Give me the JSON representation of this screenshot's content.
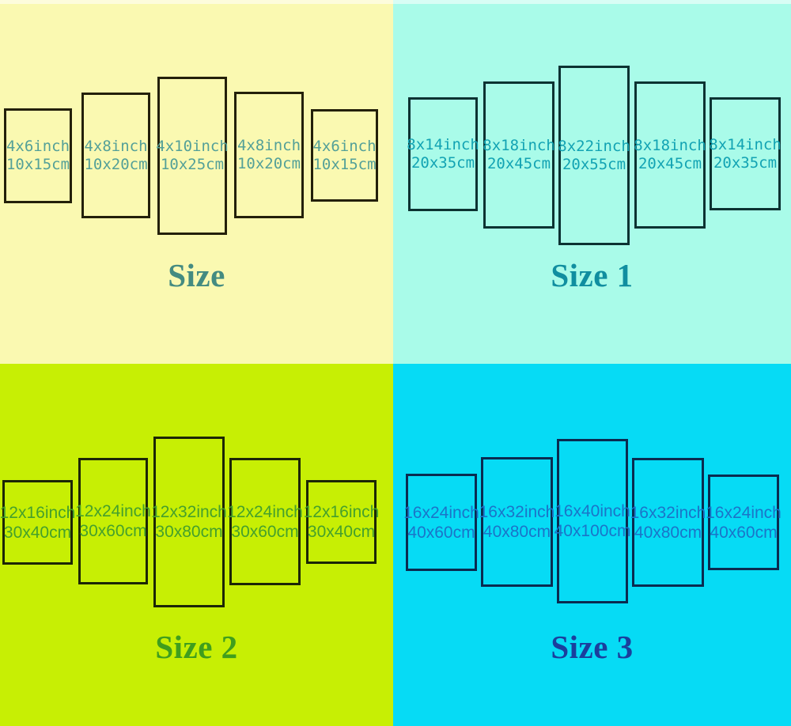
{
  "quadrants": [
    {
      "title": "Size",
      "colors": {
        "background": "#FAF9B1",
        "panel_border": "#23200A",
        "label": "#54A098",
        "title": "#448B81"
      },
      "panels": [
        {
          "inch": "4x6inch",
          "cm": "10x15cm"
        },
        {
          "inch": "4x8inch",
          "cm": "10x20cm"
        },
        {
          "inch": "4x10inch",
          "cm": "10x25cm"
        },
        {
          "inch": "4x8inch",
          "cm": "10x20cm"
        },
        {
          "inch": "4x6inch",
          "cm": "10x15cm"
        }
      ]
    },
    {
      "title": "Size 1",
      "colors": {
        "background": "#A9FBE9",
        "panel_border": "#0C3232",
        "label": "#12A3B3",
        "title": "#108EA0"
      },
      "panels": [
        {
          "inch": "8x14inch",
          "cm": "20x35cm"
        },
        {
          "inch": "8x18inch",
          "cm": "20x45cm"
        },
        {
          "inch": "8x22inch",
          "cm": "20x55cm"
        },
        {
          "inch": "8x18inch",
          "cm": "20x45cm"
        },
        {
          "inch": "8x14inch",
          "cm": "20x35cm"
        }
      ]
    },
    {
      "title": "Size 2",
      "colors": {
        "background": "#C7EF04",
        "panel_border": "#1C2606",
        "label": "#45A02C",
        "title": "#3F9E1D"
      },
      "panels": [
        {
          "inch": "12x16inch",
          "cm": "30x40cm"
        },
        {
          "inch": "12x24inch",
          "cm": "30x60cm"
        },
        {
          "inch": "12x32inch",
          "cm": "30x80cm"
        },
        {
          "inch": "12x24inch",
          "cm": "30x60cm"
        },
        {
          "inch": "12x16inch",
          "cm": "30x40cm"
        }
      ]
    },
    {
      "title": "Size 3",
      "colors": {
        "background": "#06DBF5",
        "panel_border": "#0A2B50",
        "label": "#1B74C8",
        "title": "#1A3F9D"
      },
      "panels": [
        {
          "inch": "16x24inch",
          "cm": "40x60cm"
        },
        {
          "inch": "16x32inch",
          "cm": "40x80cm"
        },
        {
          "inch": "16x40inch",
          "cm": "40x100cm"
        },
        {
          "inch": "16x32inch",
          "cm": "40x80cm"
        },
        {
          "inch": "16x24inch",
          "cm": "40x60cm"
        }
      ]
    }
  ]
}
